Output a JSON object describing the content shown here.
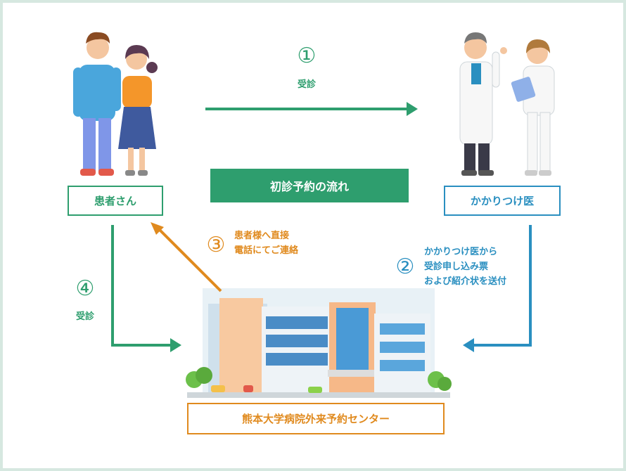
{
  "title": "初診予約の流れ",
  "nodes": {
    "patient": "患者さん",
    "doctor": "かかりつけ医",
    "center": "熊本大学病院外来予約センター"
  },
  "steps": {
    "one": {
      "num": "①",
      "label": "受診"
    },
    "two": {
      "num": "②",
      "lines": [
        "かかりつけ医から",
        "受診申し込み票",
        "および紹介状を送付"
      ]
    },
    "three": {
      "num": "③",
      "lines": [
        "患者様へ直接",
        "電話にてご連絡"
      ]
    },
    "four": {
      "num": "④",
      "label": "受診"
    }
  },
  "colors": {
    "green": "#2e9e6e",
    "blue": "#2a8fc0",
    "orange": "#e08a1e"
  }
}
